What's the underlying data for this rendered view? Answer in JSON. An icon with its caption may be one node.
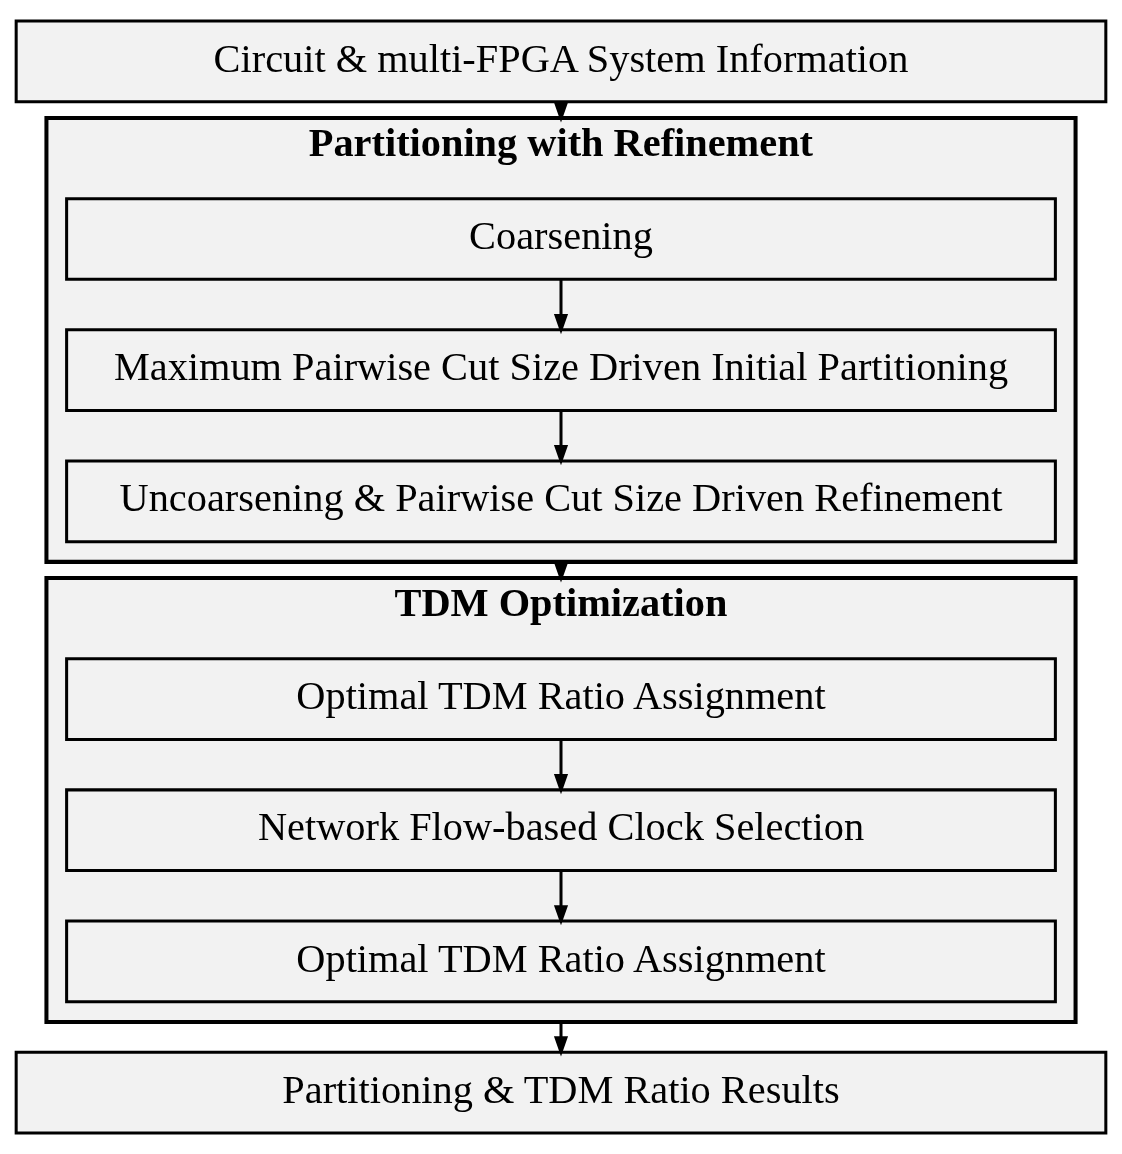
{
  "diagram": {
    "nodes": [
      {
        "text": [
          "Circuit & multi-FPGA System Information"
        ]
      },
      {
        "text": [
          "Partitioning with Refinement"
        ]
      },
      {
        "text": [
          "Coarsening"
        ],
        "in": 1
      },
      {
        "text": [
          "Maximum Pairwise Cut Size Driven Initial Partitioning"
        ],
        "in": 1
      },
      {
        "text": [
          "Uncoarsening & Pairwise Cut Size Driven Refinement"
        ],
        "in": 1
      },
      {
        "text": [
          "TDM Optimization"
        ]
      },
      {
        "text": [
          "Optimal TDM Ratio Assignment"
        ],
        "in": 5
      },
      {
        "text": [
          "Network Flow-based Clock Selection"
        ],
        "in": 5
      },
      {
        "text": [
          "Optimal TDM Ratio Assignment"
        ],
        "in": 5
      },
      {
        "text": [
          "Partitioning & TDM Ratio Results"
        ]
      }
    ],
    "edges": [
      {
        "from": 0,
        "to": 1,
        "arrow": "to"
      },
      {
        "from": 2,
        "to": 3,
        "arrow": "to"
      },
      {
        "from": 3,
        "to": 4,
        "arrow": "to"
      },
      {
        "from": 1,
        "to": 5,
        "arrow": "to"
      },
      {
        "from": 6,
        "to": 7,
        "arrow": "to"
      },
      {
        "from": 7,
        "to": 8,
        "arrow": "to"
      },
      {
        "from": 5,
        "to": 9,
        "arrow": "to"
      }
    ]
  }
}
